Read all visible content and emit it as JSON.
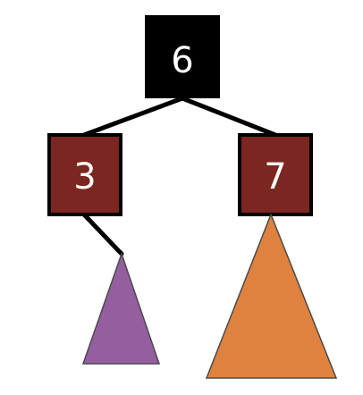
{
  "nodes": {
    "root": {
      "label": "6",
      "color": "#000000"
    },
    "left": {
      "label": "3",
      "color": "#7b2620",
      "border": "#000000"
    },
    "right": {
      "label": "7",
      "color": "#7b2620",
      "border": "#000000"
    }
  },
  "subtrees": {
    "left_child_subtree": {
      "color": "#955ea0",
      "border": "#4a4a4a"
    },
    "right_child_subtree": {
      "color": "#e0823f",
      "border": "#4a4a4a"
    }
  },
  "edge_color": "#000000",
  "pointer_line_color": "#9a9a9a"
}
